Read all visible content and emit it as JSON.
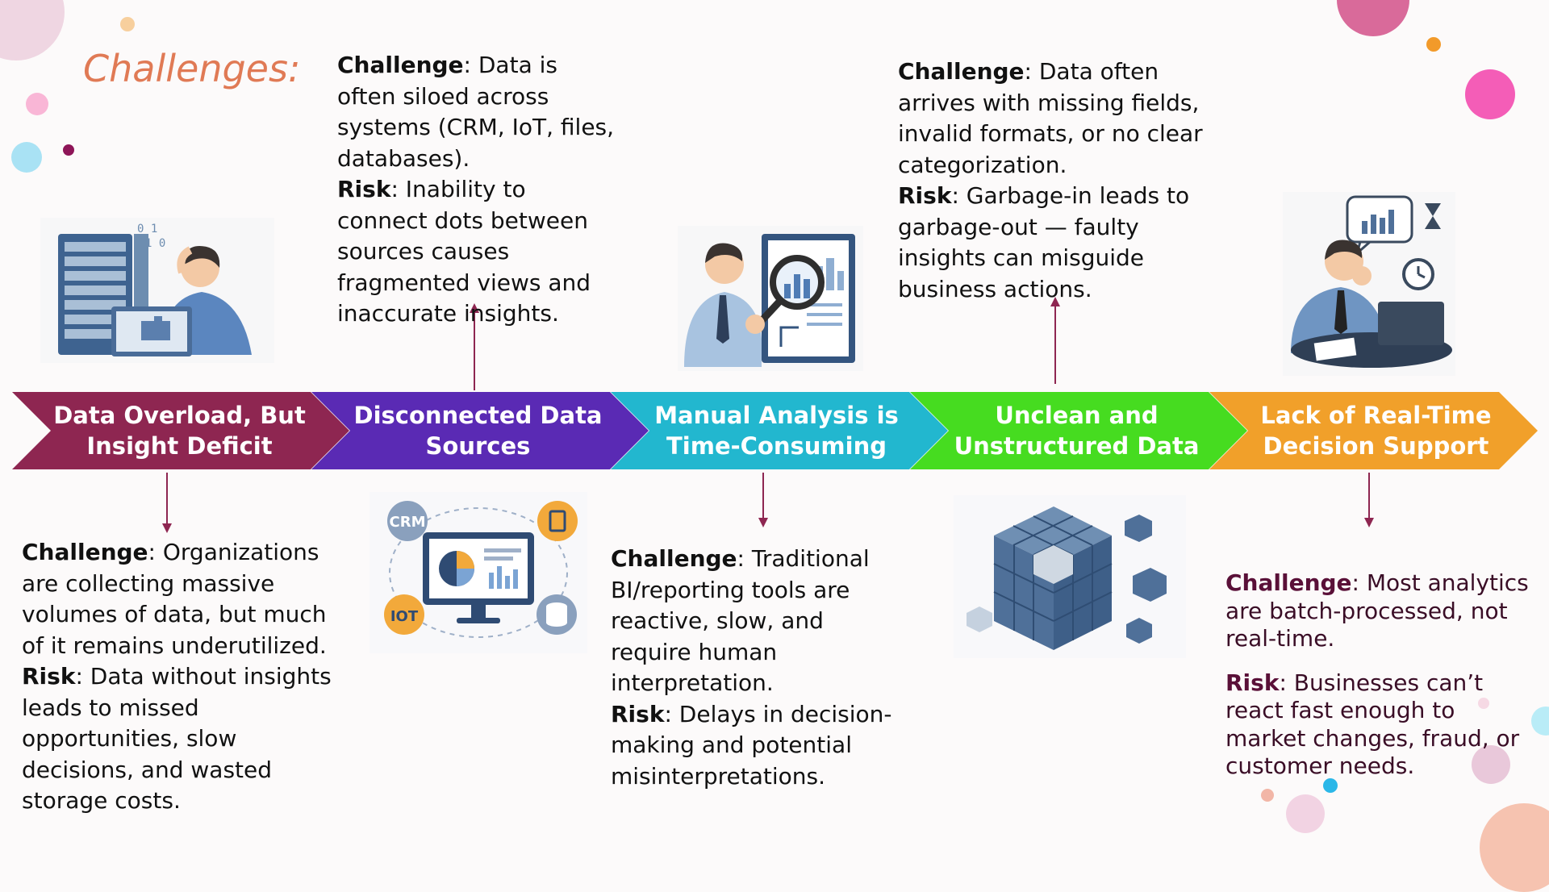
{
  "title": "Challenges:",
  "colors": {
    "step1": "#8e2651",
    "step2": "#5a2ab4",
    "step3": "#22b7cf",
    "step4": "#46dc20",
    "step5": "#f1a02a",
    "arrow_line": "#8e2651",
    "title": "#e07a55"
  },
  "steps": [
    {
      "line1": "Data Overload, But",
      "line2": "Insight Deficit"
    },
    {
      "line1": "Disconnected Data",
      "line2": "Sources"
    },
    {
      "line1": "Manual Analysis is",
      "line2": "Time-Consuming"
    },
    {
      "line1": "Unclean and",
      "line2": "Unstructured Data"
    },
    {
      "line1": "Lack of Real-Time",
      "line2": "Decision Support"
    }
  ],
  "labels": {
    "challenge": "Challenge",
    "risk": "Risk"
  },
  "cards": {
    "c1": {
      "challenge": ": Organizations are collecting massive volumes of data, but much of it remains underutilized.",
      "risk": ": Data without insights leads to missed opportunities, slow decisions, and wasted storage costs."
    },
    "c2": {
      "challenge": ": Data is often siloed across systems (CRM, IoT, files, databases).",
      "risk": ": Inability to connect dots between sources causes fragmented views and inaccurate insights."
    },
    "c3": {
      "challenge": ": Traditional BI/reporting tools are reactive, slow, and require human interpretation.",
      "risk": ": Delays in decision-making and potential misinterpretations."
    },
    "c4": {
      "challenge": ": Data often arrives with missing fields, invalid formats, or no clear categorization.",
      "risk": ": Garbage-in leads to garbage-out — faulty insights can misguide business actions."
    },
    "c5": {
      "challenge": ": Most analytics are batch-processed, not real-time.",
      "risk": ": Businesses can’t react fast enough to market changes, fraud, or customer needs."
    }
  },
  "illustrations": {
    "i1": "stressed-man-server-icon",
    "i2": "data-sources-monitor-icon",
    "i2_crm": "CRM",
    "i2_iot": "IOT",
    "i3": "analyst-magnifier-report-icon",
    "i4": "data-cube-icon",
    "i5": "worried-man-laptop-icon"
  }
}
